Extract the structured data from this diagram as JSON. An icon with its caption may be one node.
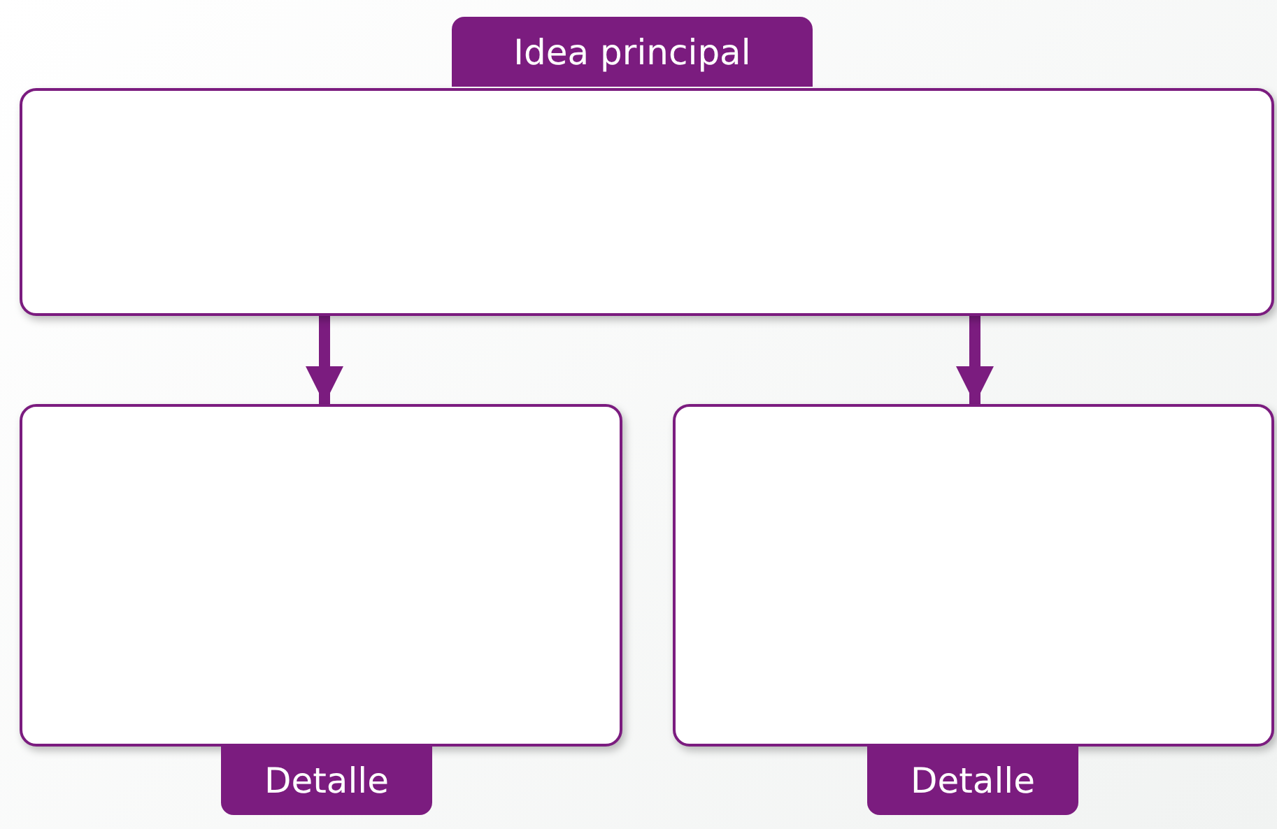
{
  "diagram": {
    "nodes": [
      {
        "text": [
          "Idea principal"
        ]
      },
      {
        "text": [
          "Detalle"
        ]
      },
      {
        "text": [
          "Detalle"
        ]
      }
    ],
    "edges": [
      {
        "from": 0,
        "to": 1,
        "arrow": "to"
      },
      {
        "from": 0,
        "to": 2,
        "arrow": "to"
      }
    ]
  }
}
